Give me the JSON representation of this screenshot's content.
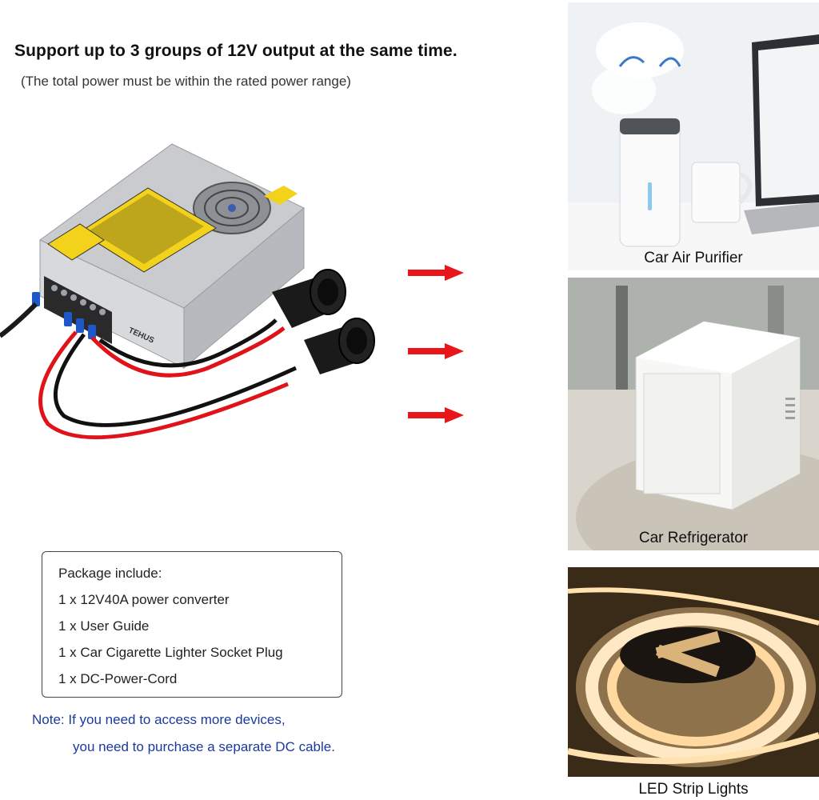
{
  "headline": "Support up to 3 groups of 12V output at the same time.",
  "subline": "(The total power must be within the rated power range)",
  "product": {
    "brand": "TEHUS"
  },
  "devices": [
    {
      "label": "Car Air Purifier",
      "icon": "air-purifier-photo"
    },
    {
      "label": "Car Refrigerator",
      "icon": "car-refrigerator-photo"
    },
    {
      "label": "LED Strip Lights",
      "icon": "led-strip-photo"
    }
  ],
  "package": {
    "title": "Package include:",
    "items": [
      "1 x 12V40A power converter",
      "1 x User Guide",
      "1 x Car Cigarette Lighter Socket Plug",
      "1 x DC-Power-Cord"
    ]
  },
  "note": {
    "line1": "Note: If you need to access more devices,",
    "line2": "you need to purchase a separate DC cable."
  },
  "colors": {
    "arrow": "#e8161b",
    "note": "#1a3a9c"
  }
}
